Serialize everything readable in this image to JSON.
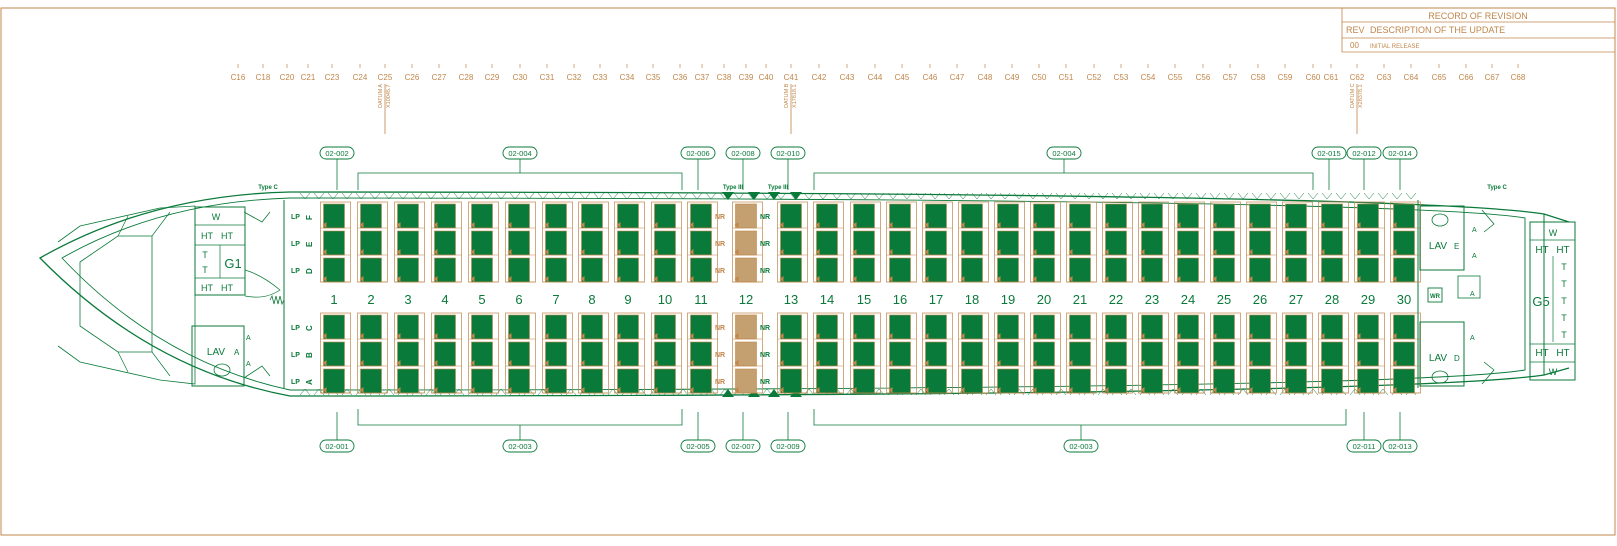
{
  "revision_table": {
    "title": "RECORD OF REVISION",
    "rev_header": "REV",
    "desc_header": "DESCRIPTION OF THE UPDATE",
    "rows": [
      {
        "rev": "00",
        "desc": "INITIAL RELEASE"
      }
    ]
  },
  "stations": [
    "C16",
    "C18",
    "C20",
    "C21",
    "C23",
    "C24",
    "C25",
    "C26",
    "C27",
    "C28",
    "C29",
    "C30",
    "C31",
    "C32",
    "C33",
    "C34",
    "C35",
    "C36",
    "C37",
    "C38",
    "C39",
    "C40",
    "C41",
    "C42",
    "C43",
    "C44",
    "C45",
    "C46",
    "C47",
    "C48",
    "C49",
    "C50",
    "C51",
    "C52",
    "C53",
    "C54",
    "C55",
    "C56",
    "C57",
    "C58",
    "C59",
    "C60",
    "C61",
    "C62",
    "C63",
    "C64",
    "C65",
    "C66",
    "C67",
    "C68"
  ],
  "datums": [
    {
      "label": "DATUM A",
      "value": "X10045.7",
      "station": "C25"
    },
    {
      "label": "DATUM B",
      "value": "X17818.1",
      "station": "C41"
    },
    {
      "label": "DATUM C",
      "value": "X28378.1",
      "station": "C62"
    }
  ],
  "zones_top": [
    {
      "id": "02-002",
      "bracket": false
    },
    {
      "id": "02-004",
      "bracket": true
    },
    {
      "id": "02-006",
      "bracket": false
    },
    {
      "id": "02-008",
      "bracket": false
    },
    {
      "id": "02-010",
      "bracket": false
    },
    {
      "id": "02-004",
      "bracket": true
    },
    {
      "id": "02-015",
      "bracket": false
    },
    {
      "id": "02-012",
      "bracket": false
    },
    {
      "id": "02-014",
      "bracket": false
    }
  ],
  "zones_bottom": [
    {
      "id": "02-001",
      "bracket": false
    },
    {
      "id": "02-003",
      "bracket": true
    },
    {
      "id": "02-005",
      "bracket": false
    },
    {
      "id": "02-007",
      "bracket": false
    },
    {
      "id": "02-009",
      "bracket": false
    },
    {
      "id": "02-003",
      "bracket": true
    },
    {
      "id": "02-011",
      "bracket": false
    },
    {
      "id": "02-013",
      "bracket": false
    }
  ],
  "door_labels": [
    "Type C",
    "Type III",
    "Type III",
    "Type C"
  ],
  "rows": [
    "1",
    "2",
    "3",
    "4",
    "5",
    "6",
    "7",
    "8",
    "9",
    "10",
    "11",
    "12",
    "13",
    "14",
    "15",
    "16",
    "17",
    "18",
    "19",
    "20",
    "21",
    "22",
    "23",
    "24",
    "25",
    "26",
    "27",
    "28",
    "29",
    "30"
  ],
  "seat_letters_top": [
    "F",
    "E",
    "D"
  ],
  "seat_letters_bottom": [
    "C",
    "B",
    "A"
  ],
  "life_preserver_label": "LP",
  "no_recline_label": "NR",
  "galley_fwd": {
    "label": "G1",
    "items": [
      "W",
      "HT",
      "HT",
      "T",
      "T",
      "HT",
      "HT"
    ]
  },
  "galley_aft": {
    "label": "G5",
    "items": [
      "W",
      "HT",
      "HT",
      "T",
      "T",
      "T",
      "T",
      "T",
      "HT",
      "HT",
      "W"
    ]
  },
  "lavatories": [
    {
      "label": "LAV",
      "code": "A"
    },
    {
      "label": "LAV",
      "code": "E"
    },
    {
      "label": "LAV",
      "code": "D"
    }
  ],
  "attendant_seat_label": "A",
  "waste_label": "WR",
  "colors": {
    "line": "#0a7a3a",
    "seat": "#0a7a3a",
    "frame": "#c0864a",
    "seat_outline": "#c0864a",
    "exit_row": "#c4a070"
  }
}
